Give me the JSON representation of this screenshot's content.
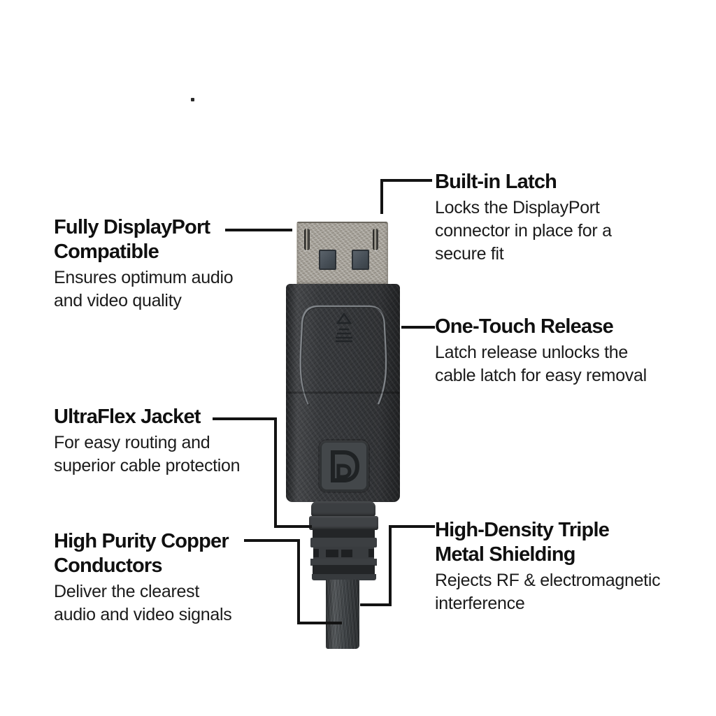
{
  "product": "DisplayPort cable connector infographic",
  "background_color": "#ffffff",
  "colors": {
    "text_heading": "#101010",
    "text_body": "#1b1b1b",
    "leader_line": "#131313",
    "metal_tip": "#a8a49c",
    "housing": "#37393c",
    "cable_jacket": "#3f4346"
  },
  "icons": {
    "displayport_logo": "D",
    "release_button_emboss": "triangle-and-bars"
  },
  "callouts": {
    "fully_compatible": {
      "title": "Fully DisplayPort\nCompatible",
      "description": "Ensures optimum audio\nand video quality"
    },
    "built_in_latch": {
      "title": "Built-in Latch",
      "description": "Locks the DisplayPort\nconnector in place for a\nsecure fit"
    },
    "one_touch_release": {
      "title": "One-Touch Release",
      "description": "Latch release unlocks the\ncable latch for easy removal"
    },
    "ultraflex_jacket": {
      "title": "UltraFlex Jacket",
      "description": "For easy routing and\nsuperior cable protection"
    },
    "high_purity_copper": {
      "title": "High Purity Copper\nConductors",
      "description": "Deliver the clearest\naudio and video signals"
    },
    "high_density_shielding": {
      "title": "High-Density Triple\nMetal Shielding",
      "description": "Rejects RF & electromagnetic\ninterference"
    }
  }
}
